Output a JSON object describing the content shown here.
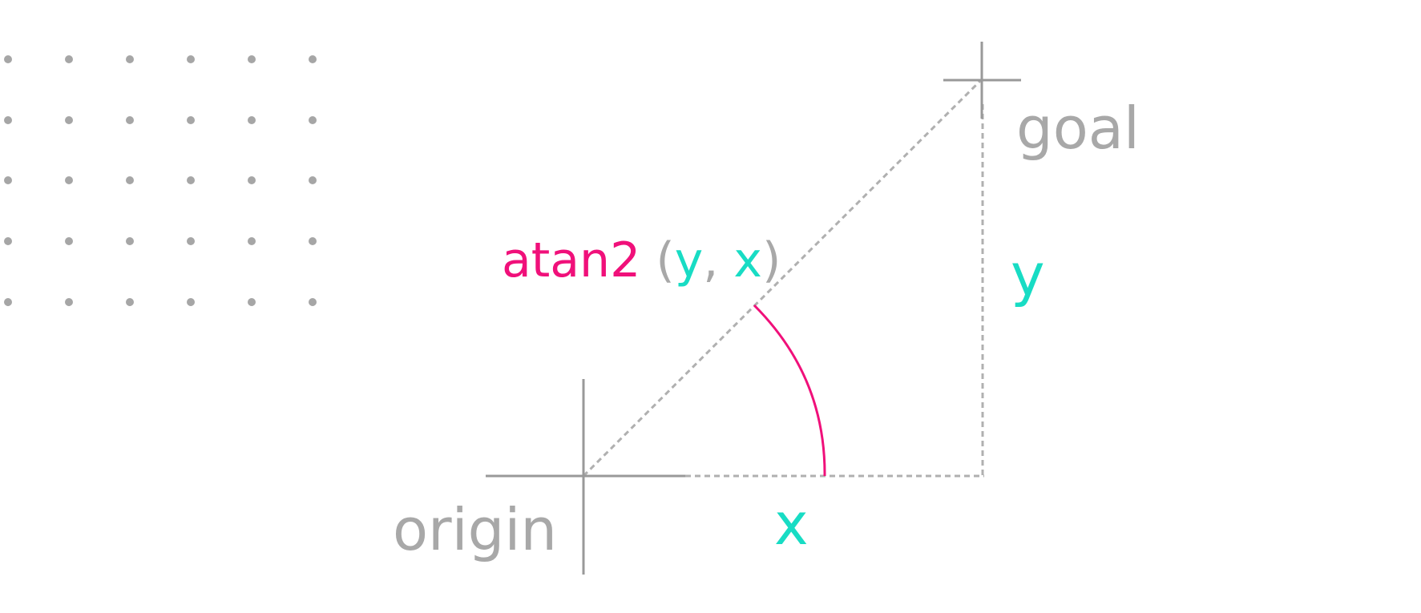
{
  "diagram": {
    "origin_label": "origin",
    "goal_label": "goal",
    "x_label": "x",
    "y_label": "y",
    "formula": {
      "func": "atan2",
      "open_paren": " (",
      "arg_y": "y",
      "comma": ", ",
      "arg_x": "x",
      "close_paren": ")"
    }
  },
  "colors": {
    "gray": "#a8a8a8",
    "teal": "#18dcc4",
    "pink": "#f0107a"
  }
}
